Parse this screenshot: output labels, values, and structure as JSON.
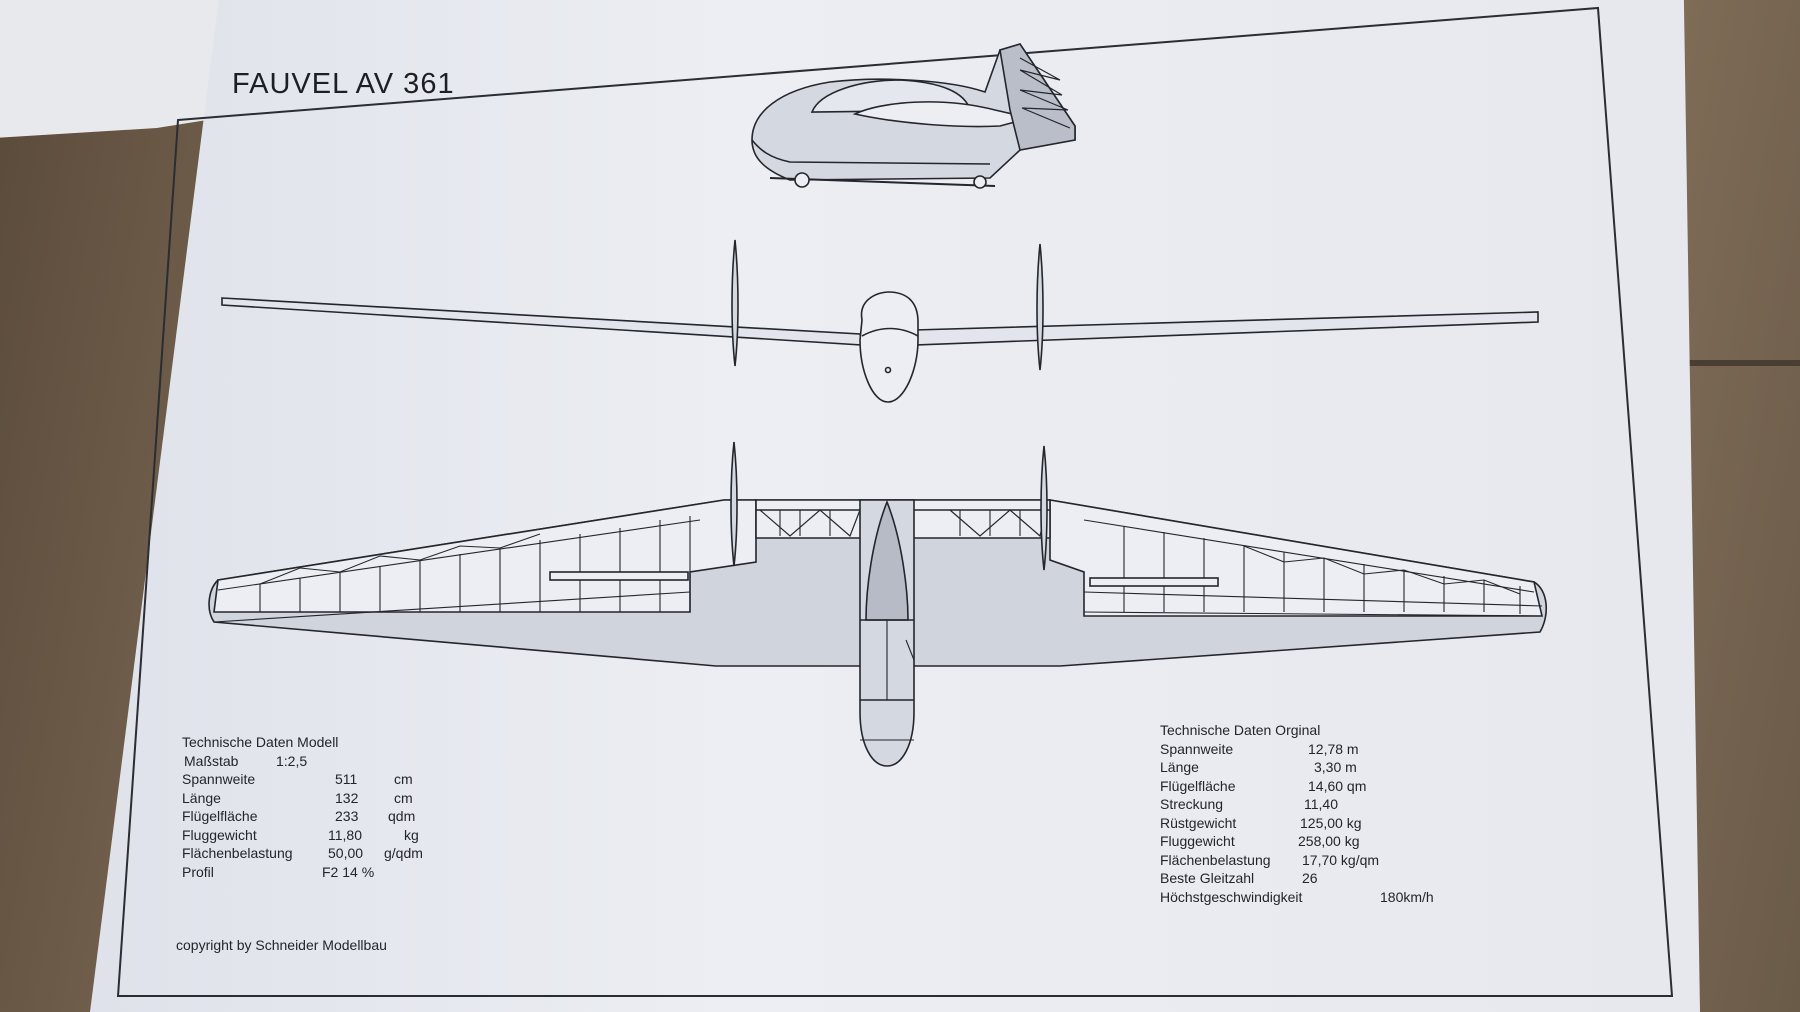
{
  "title": "FAUVEL AV 361",
  "model_specs": {
    "heading": "Technische Daten Modell",
    "rows": [
      {
        "label": "Maßstab",
        "value": "1:2,5",
        "unit": ""
      },
      {
        "label": "Spannweite",
        "value": "511",
        "unit": "cm"
      },
      {
        "label": "Länge",
        "value": "132",
        "unit": "cm"
      },
      {
        "label": "Flügelfläche",
        "value": "233",
        "unit": "qdm"
      },
      {
        "label": "Fluggewicht",
        "value": "11,80",
        "unit": "kg"
      },
      {
        "label": "Flächenbelastung",
        "value": "50,00",
        "unit": "g/qdm"
      },
      {
        "label": "Profil",
        "value": "F2 14 %",
        "unit": ""
      }
    ]
  },
  "original_specs": {
    "heading": "Technische Daten Orginal",
    "rows": [
      {
        "label": "Spannweite",
        "value": "12,78 m"
      },
      {
        "label": "Länge",
        "value": "3,30 m"
      },
      {
        "label": "Flügelfläche",
        "value": "14,60 qm"
      },
      {
        "label": "Streckung",
        "value": "11,40"
      },
      {
        "label": "Rüstgewicht",
        "value": "125,00 kg"
      },
      {
        "label": "Fluggewicht",
        "value": "258,00 kg"
      },
      {
        "label": "Flächenbelastung",
        "value": "17,70 kg/qm"
      },
      {
        "label": "Beste Gleitzahl",
        "value": "26"
      },
      {
        "label": "Höchstgeschwindigkeit",
        "value": "180km/h"
      }
    ]
  },
  "copyright": "copyright by Schneider Modellbau",
  "colors": {
    "line": "#23262c",
    "shade": "#cfd3dc",
    "paper": "#eceef3"
  }
}
